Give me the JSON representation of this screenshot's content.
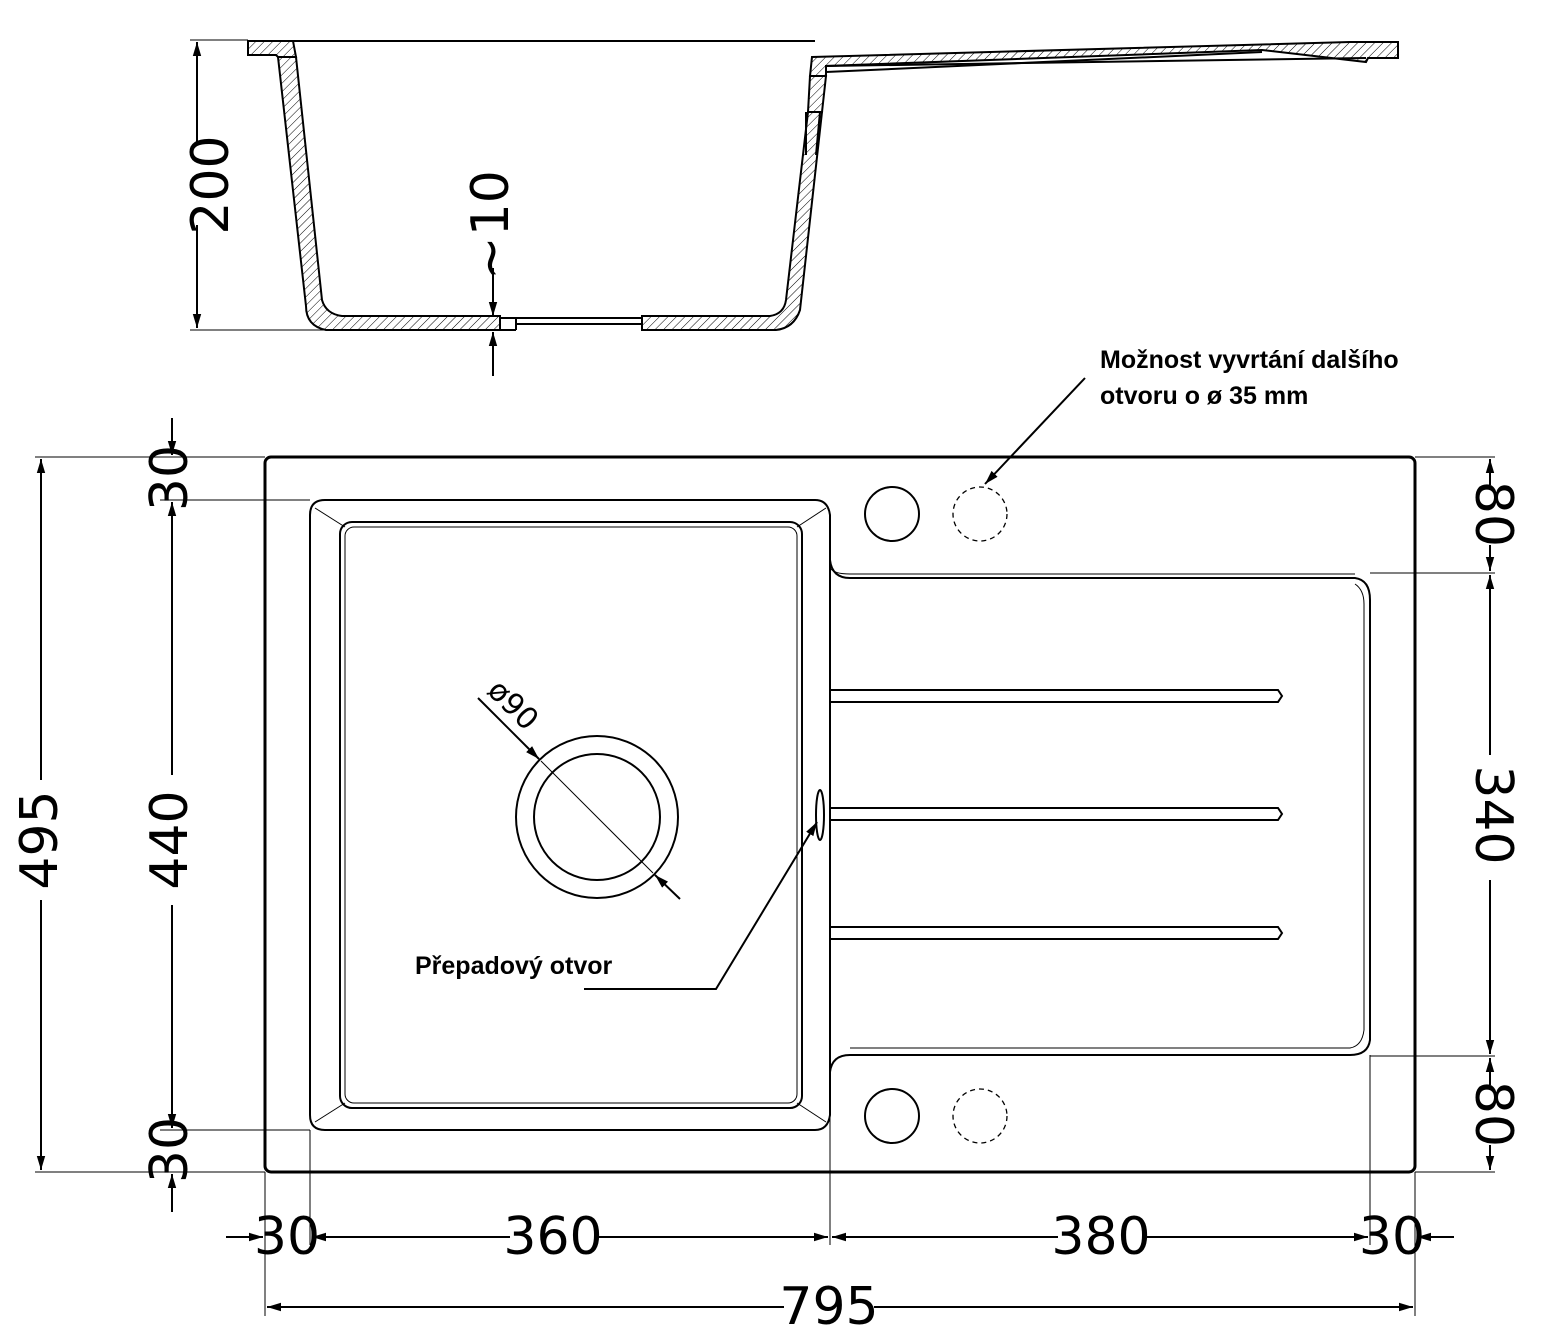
{
  "section_view": {
    "height_dim": "200",
    "bottom_thickness_dim": "~10"
  },
  "plan_view": {
    "overall_width_dim": "795",
    "overall_depth_dim": "495",
    "left_rim_dim": "30",
    "bowl_width_dim": "360",
    "drainer_width_dim": "380",
    "right_rim_dim": "30",
    "top_rim_dim": "30",
    "bowl_depth_dim": "440",
    "bottom_rim_dim": "30",
    "drainer_top_dim": "80",
    "drainer_depth_dim": "340",
    "drainer_bottom_dim": "80",
    "drain_diameter_dim": "ø90"
  },
  "notes": {
    "extra_hole_line1": "Možnost vyvrtání dalšího",
    "extra_hole_line2": "otvoru o ø  35 mm",
    "overflow_hole": "Přepadový otvor"
  }
}
